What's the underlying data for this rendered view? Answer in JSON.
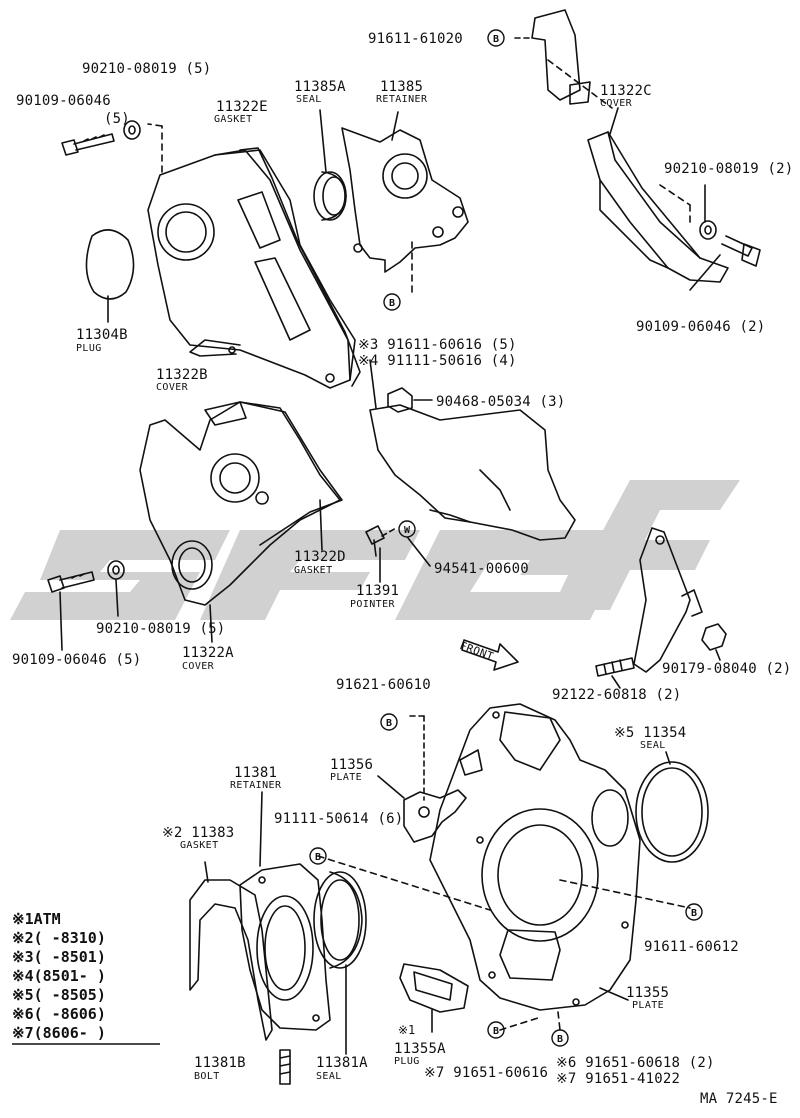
{
  "diagram_id": "MA 7245-E",
  "watermark": "SFAG",
  "front_label": "FRONT",
  "parts": {
    "p91611_61020": {
      "number": "91611-61020",
      "marker": "B"
    },
    "p90210_top": {
      "number": "90210-08019 (5)"
    },
    "p90109_top": {
      "number": "90109-06046",
      "qty": "(5)"
    },
    "p11322E": {
      "number": "11322E",
      "name": "GASKET"
    },
    "p11385A": {
      "number": "11385A",
      "name": "SEAL"
    },
    "p11385": {
      "number": "11385",
      "name": "RETAINER"
    },
    "p11322C": {
      "number": "11322C",
      "name": "COVER"
    },
    "p90210_right": {
      "number": "90210-08019 (2)"
    },
    "p90109_right": {
      "number": "90109-06046 (2)"
    },
    "p11304B": {
      "number": "11304B",
      "name": "PLUG"
    },
    "p11322B": {
      "number": "11322B",
      "name": "COVER"
    },
    "p91611_60616": {
      "number": "※3 91611-60616 (5)"
    },
    "p91111_50616": {
      "number": "※4 91111-50616 (4)"
    },
    "p90468": {
      "number": "90468-05034 (3)"
    },
    "p11322D": {
      "number": "11322D",
      "name": "GASKET"
    },
    "p11391": {
      "number": "11391",
      "name": "POINTER"
    },
    "p94541": {
      "number": "94541-00600",
      "marker": "W"
    },
    "p90109_left": {
      "number": "90109-06046 (5)"
    },
    "p90210_left": {
      "number": "90210-08019 (5)"
    },
    "p11322A": {
      "number": "11322A",
      "name": "COVER"
    },
    "p90179": {
      "number": "90179-08040 (2)"
    },
    "p92122": {
      "number": "92122-60818 (2)"
    },
    "p91621": {
      "number": "91621-60610",
      "marker": "B"
    },
    "p11354": {
      "number": "※5 11354",
      "name": "SEAL"
    },
    "p11356": {
      "number": "11356",
      "name": "PLATE"
    },
    "p11381": {
      "number": "11381",
      "name": "RETAINER"
    },
    "p91111_50614": {
      "number": "91111-50614 (6)",
      "marker": "B"
    },
    "p11383": {
      "number": "※2 11383",
      "name": "GASKET"
    },
    "p91611_60612": {
      "number": "91611-60612",
      "marker": "B"
    },
    "p11355": {
      "number": "11355",
      "name": "PLATE"
    },
    "p11355A": {
      "number": "11355A",
      "prefix": "※1",
      "name": "PLUG"
    },
    "p91651_60616": {
      "number": "※7 91651-60616",
      "marker": "B"
    },
    "p91651_60618": {
      "number": "※6 91651-60618 (2)",
      "marker": "B"
    },
    "p91651_41022": {
      "number": "※7 91651-41022"
    },
    "p11381B": {
      "number": "11381B",
      "name": "BOLT"
    },
    "p11381A": {
      "number": "11381A",
      "name": "SEAL"
    }
  },
  "legend": [
    {
      "mark": "※1",
      "text": "ATM"
    },
    {
      "mark": "※2",
      "text": "(     -8310)"
    },
    {
      "mark": "※3",
      "text": "(     -8501)"
    },
    {
      "mark": "※4",
      "text": "(8501-     )"
    },
    {
      "mark": "※5",
      "text": "(     -8505)"
    },
    {
      "mark": "※6",
      "text": "(     -8606)"
    },
    {
      "mark": "※7",
      "text": "(8606-     )"
    }
  ]
}
